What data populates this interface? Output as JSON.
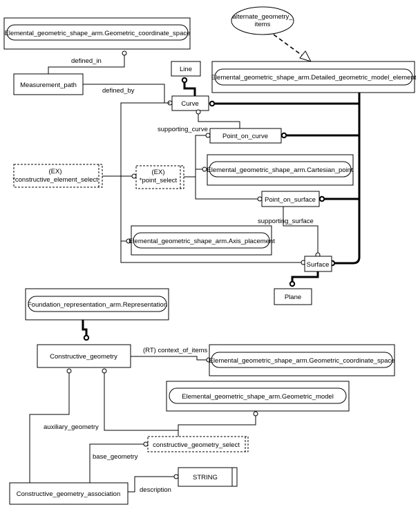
{
  "nodes": {
    "geo_coord_space_top": "Elemental_geometric_shape_arm.Geometric_coordinate_space",
    "alt_geometry_line1": "alternate_geometry_",
    "alt_geometry_line2": "items",
    "measurement_path": "Measurement_path",
    "line": "Line",
    "detailed_geo_model": "Elemental_geometric_shape_arm.Detailed_geometric_model_element",
    "curve": "Curve",
    "point_on_curve": "Point_on_curve",
    "ex_constructive_line1": "(EX)",
    "ex_constructive_line2": "*constructive_element_select",
    "ex_point_line1": "(EX)",
    "ex_point_line2": "*point_select",
    "cartesian_point": "Elemental_geometric_shape_arm.Cartesian_point",
    "point_on_surface": "Point_on_surface",
    "axis_placement": "Elemental_geometric_shape_arm.Axis_placement",
    "surface": "Surface",
    "plane": "Plane",
    "foundation_rep": "Foundation_representation_arm.Representation",
    "constructive_geometry": "Constructive_geometry",
    "geo_coord_space_bottom": "Elemental_geometric_shape_arm.Geometric_coordinate_space",
    "geometric_model": "Elemental_geometric_shape_arm.Geometric_model",
    "constructive_geometry_select": "constructive_geometry_select",
    "string": "STRING",
    "constructive_geometry_association": "Constructive_geometry_association"
  },
  "labels": {
    "defined_in": "defined_in",
    "defined_by": "defined_by",
    "supporting_curve": "supporting_curve",
    "supporting_surface": "supporting_surface",
    "context_of_items": "(RT) context_of_items",
    "auxiliary_geometry": "auxiliary_geometry",
    "base_geometry": "base_geometry",
    "description": "description"
  }
}
